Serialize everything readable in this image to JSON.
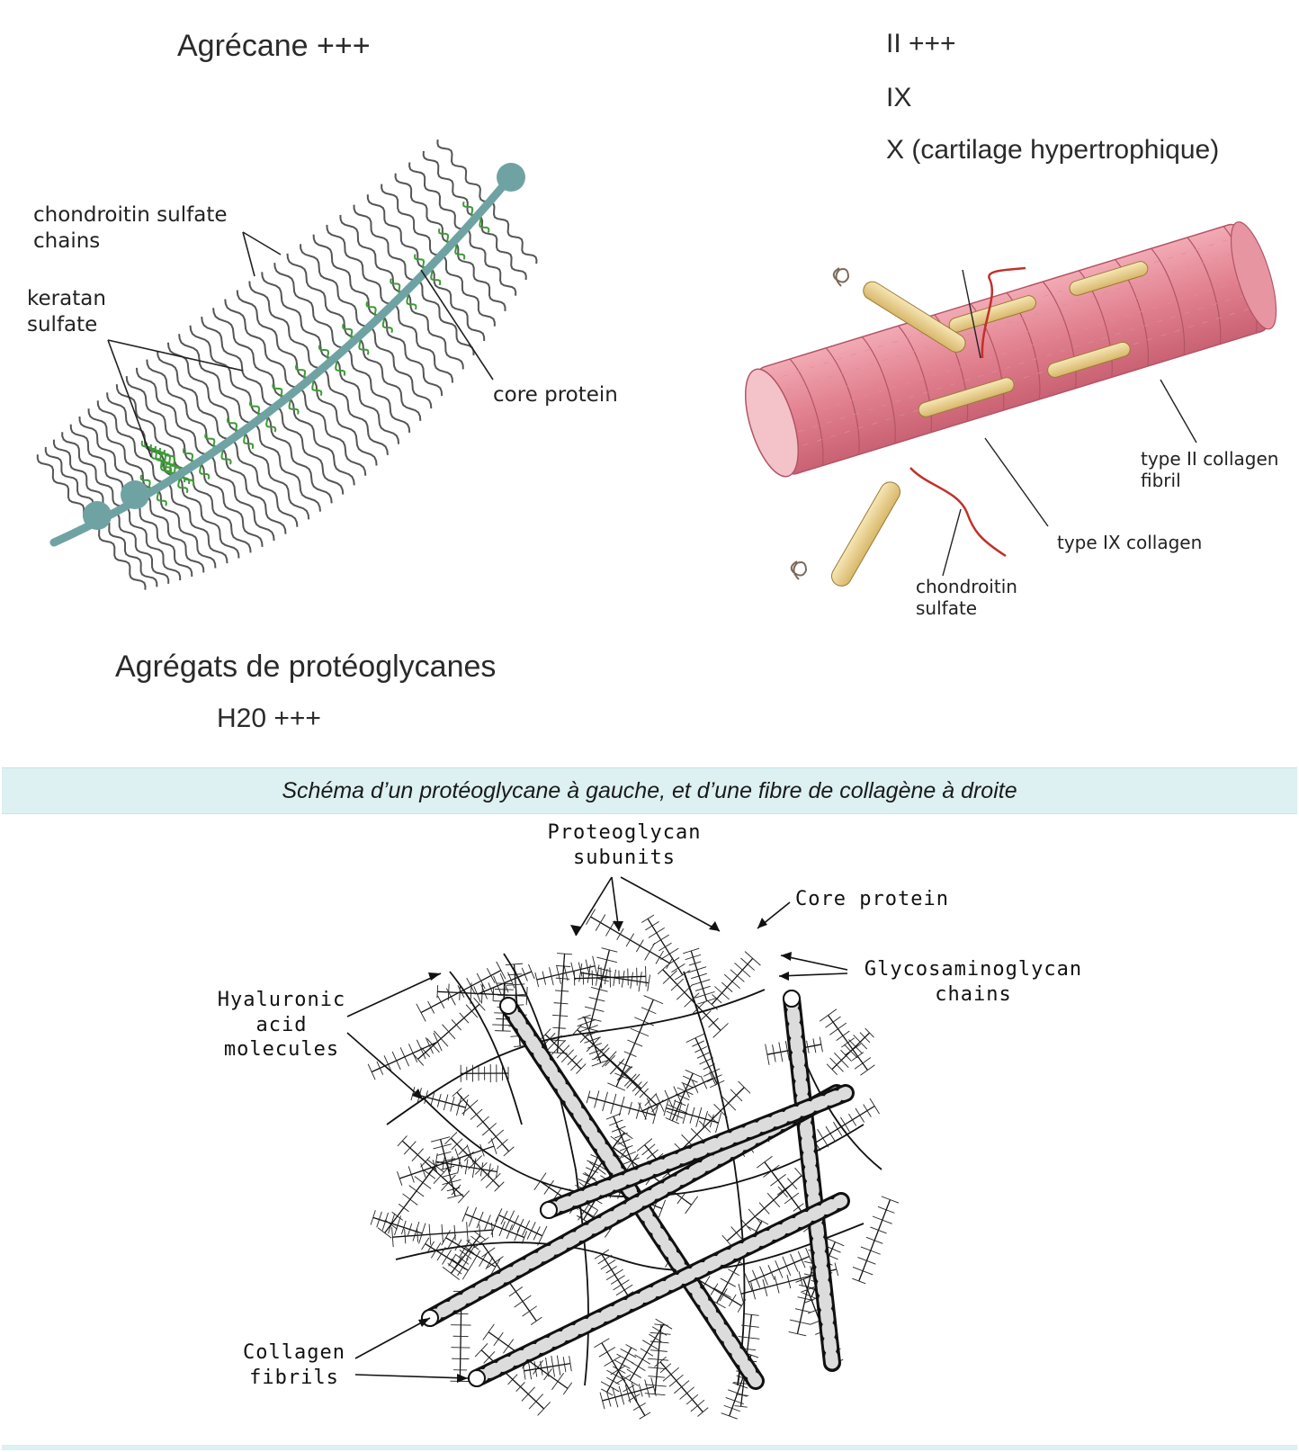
{
  "left_panel": {
    "title": "Agrécane +++",
    "labels": {
      "chondroitin": "chondroitin sulfate\nchains",
      "keratan": "keratan\nsulfate",
      "core": "core protein"
    },
    "subtitle": "Agrégats de protéoglycanes",
    "water": "H20 +++"
  },
  "right_panel": {
    "list": [
      "II +++",
      "IX",
      "X (cartilage hypertrophique)"
    ],
    "labels": {
      "type2": "type II collagen\nfibril",
      "type9": "type IX collagen",
      "chondroitin": "chondroitin\nsulfate"
    }
  },
  "caption": "Schéma d’un protéoglycane à gauche, et d’une fibre de collagène à droite",
  "bottom_figure": {
    "labels": {
      "subunits": "Proteoglycan\nsubunits",
      "core": "Core protein",
      "gag": "Glycosaminoglycan\nchains",
      "hyaluronic": "Hyaluronic\nacid\nmolecules",
      "collagen": "Collagen\nfibrils"
    }
  },
  "colors": {
    "core_protein": "#6fa3a3",
    "keratan": "#3f9a3a",
    "chondroitin": "#555555",
    "collagen_fibril": "#e2808f",
    "type9": "#e9cf8a",
    "chondroitin_red": "#c0312b",
    "caption_bg": "#ddf0f2"
  }
}
